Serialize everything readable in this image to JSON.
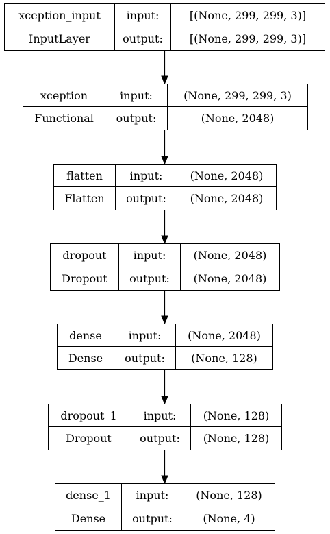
{
  "layers": [
    {
      "name": "xception_input",
      "type": "InputLayer",
      "input_label": "input:",
      "output_label": "output:",
      "input": "[(None, 299, 299, 3)]",
      "output": "[(None, 299, 299, 3)]"
    },
    {
      "name": "xception",
      "type": "Functional",
      "input_label": "input:",
      "output_label": "output:",
      "input": "(None, 299, 299, 3)",
      "output": "(None, 2048)"
    },
    {
      "name": "flatten",
      "type": "Flatten",
      "input_label": "input:",
      "output_label": "output:",
      "input": "(None, 2048)",
      "output": "(None, 2048)"
    },
    {
      "name": "dropout",
      "type": "Dropout",
      "input_label": "input:",
      "output_label": "output:",
      "input": "(None, 2048)",
      "output": "(None, 2048)"
    },
    {
      "name": "dense",
      "type": "Dense",
      "input_label": "input:",
      "output_label": "output:",
      "input": "(None, 2048)",
      "output": "(None, 128)"
    },
    {
      "name": "dropout_1",
      "type": "Dropout",
      "input_label": "input:",
      "output_label": "output:",
      "input": "(None, 128)",
      "output": "(None, 128)"
    },
    {
      "name": "dense_1",
      "type": "Dense",
      "input_label": "input:",
      "output_label": "output:",
      "input": "(None, 128)",
      "output": "(None, 4)"
    }
  ]
}
